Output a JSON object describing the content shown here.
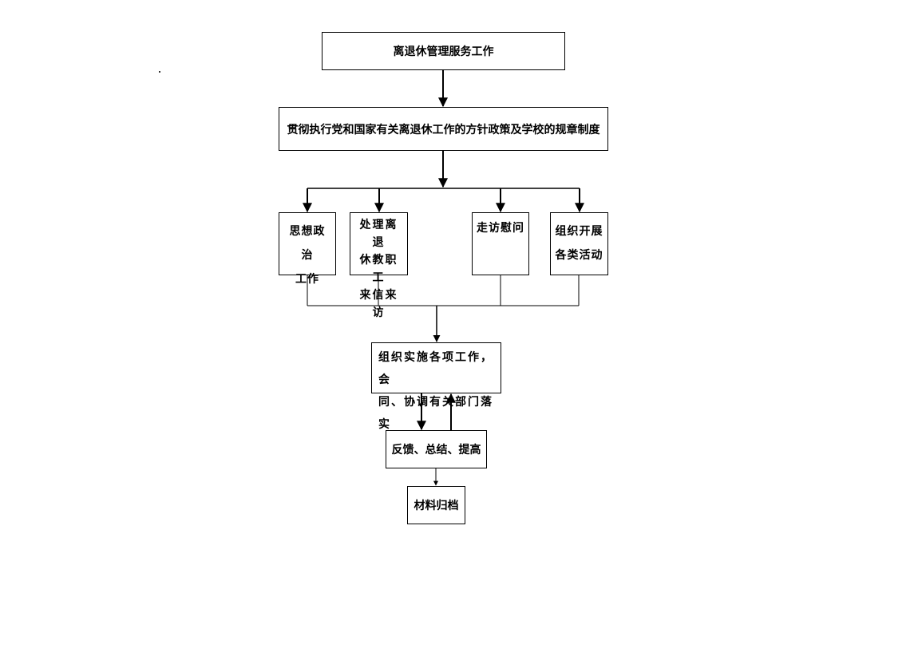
{
  "nodes": {
    "title": "离退休管理服务工作",
    "policy": "贯彻执行党和国家有关离退休工作的方针政策及学校的规章制度",
    "ideology": [
      "思想政治",
      "工作"
    ],
    "letters": [
      "处理离退",
      "休教职工",
      "来信来访"
    ],
    "visit": "走访慰问",
    "activities": [
      "组织开展",
      "各类活动"
    ],
    "implement": [
      "组织实施各项工作，会",
      "同、协调有关部门落实"
    ],
    "feedback": "反馈、总结、提高",
    "archive": "材料归档"
  }
}
